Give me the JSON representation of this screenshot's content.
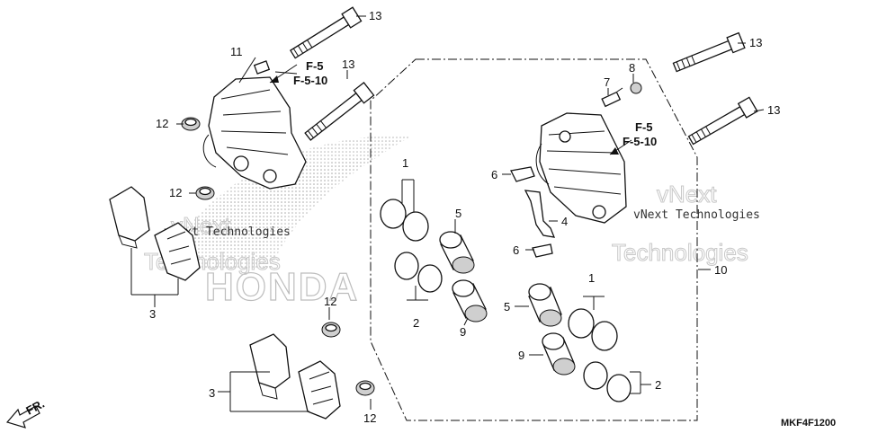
{
  "diagram": {
    "diagram_code": "MKF4F1200",
    "front_arrow_label": "FR.",
    "watermark": {
      "brand": "HONDA",
      "company": "vNext Technologies",
      "faint_1": "vNext",
      "faint_2": "Technologies"
    },
    "references": {
      "left": [
        "F-5",
        "F-5-10"
      ],
      "right": [
        "F-5",
        "F-5-10"
      ]
    },
    "callouts": {
      "c1a": "1",
      "c1b": "1",
      "c2a": "2",
      "c2b": "2",
      "c3a": "3",
      "c3b": "3",
      "c4": "4",
      "c5a": "5",
      "c5b": "5",
      "c6a": "6",
      "c6b": "6",
      "c7": "7",
      "c8": "8",
      "c9a": "9",
      "c9b": "9",
      "c10": "10",
      "c11": "11",
      "c12a": "12",
      "c12b": "12",
      "c12c": "12",
      "c12d": "12",
      "c13a": "13",
      "c13b": "13",
      "c13c": "13",
      "c13d": "13"
    }
  }
}
